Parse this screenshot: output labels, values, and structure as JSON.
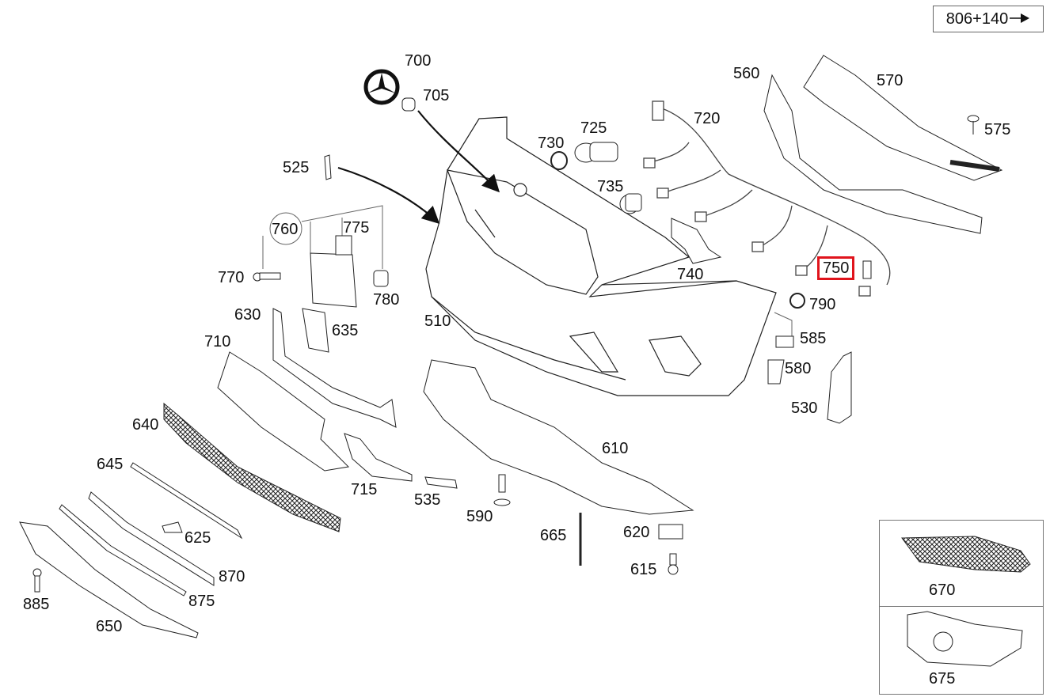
{
  "navigation": {
    "next_page_label": "806+140",
    "arrow_icon": "right-arrow-icon"
  },
  "highlight_color": "#e0141c",
  "parts": {
    "p700": "700",
    "p705": "705",
    "p725": "725",
    "p730": "730",
    "p720": "720",
    "p560": "560",
    "p570": "570",
    "p575": "575",
    "p525": "525",
    "p735": "735",
    "p760": "760",
    "p775": "775",
    "p770": "770",
    "p780": "780",
    "p740": "740",
    "p750": "750",
    "p790": "790",
    "p510": "510",
    "p630": "630",
    "p635": "635",
    "p585": "585",
    "p710": "710",
    "p580": "580",
    "p530": "530",
    "p640": "640",
    "p610": "610",
    "p645": "645",
    "p715": "715",
    "p535": "535",
    "p590": "590",
    "p665": "665",
    "p620": "620",
    "p625": "625",
    "p870": "870",
    "p615": "615",
    "p885": "885",
    "p875": "875",
    "p650": "650",
    "p670": "670",
    "p675": "675"
  },
  "highlighted_part": "750"
}
